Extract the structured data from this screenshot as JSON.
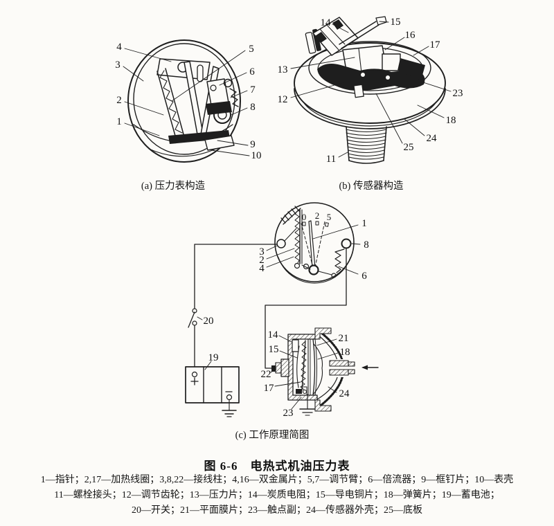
{
  "figure": {
    "title": "图 6-6　电热式机油压力表",
    "caption_a": "(a) 压力表构造",
    "caption_b": "(b) 传感器构造",
    "caption_c": "(c) 工作原理简图",
    "legend_lines": [
      "1—指针；2,17—加热线圈；3,8,22—接线柱；4,16—双金属片；5,7—调节臂；6—倍流器；9—框钉片；10—表壳",
      "11—螺栓接头；12—调节齿轮；13—压力片；14—炭质电阻；15—导电铜片；18—弹簧片；19—蓄电池；",
      "20—开关；21—平面膜片；23—触点副；24—传感器外壳；25—底板"
    ]
  },
  "panel_a": {
    "callouts": [
      "4",
      "3",
      "2",
      "1",
      "5",
      "6",
      "7",
      "8",
      "9",
      "10"
    ]
  },
  "panel_b": {
    "callouts": [
      "14",
      "15",
      "16",
      "17",
      "13",
      "12",
      "23",
      "18",
      "24",
      "25",
      "11"
    ]
  },
  "panel_c": {
    "dial_ticks": [
      "0",
      "2",
      "5"
    ],
    "callouts": [
      "1",
      "8",
      "6",
      "3",
      "2",
      "4",
      "20",
      "19",
      "14",
      "15",
      "21",
      "18",
      "22",
      "17",
      "24",
      "23"
    ]
  }
}
